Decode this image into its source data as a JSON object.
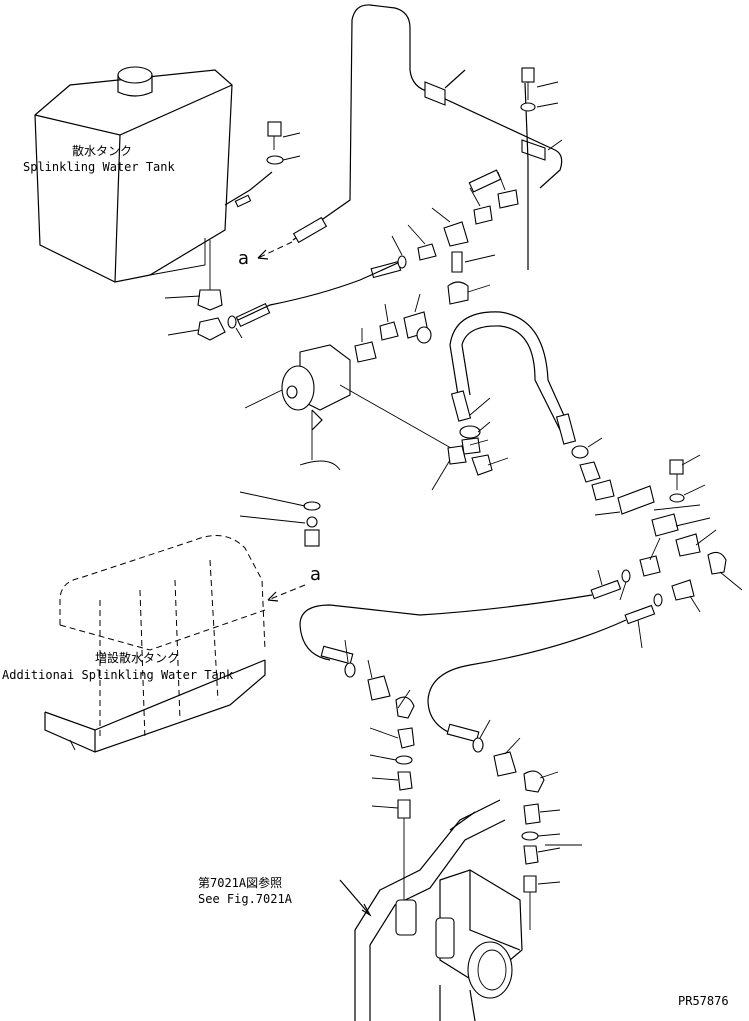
{
  "labels": {
    "tank_jp": "散水タンク",
    "tank_en": "Splinkling Water Tank",
    "add_tank_jp": "増設散水タンク",
    "add_tank_en": "Additionai Splinkling Water Tank",
    "ref_jp": "第7021A図参照",
    "ref_en": "See Fig.7021A",
    "ref_a_upper": "a",
    "ref_a_lower": "a",
    "drawing_no": "PR57876"
  },
  "colors": {
    "line": "#000000",
    "background": "#ffffff"
  }
}
